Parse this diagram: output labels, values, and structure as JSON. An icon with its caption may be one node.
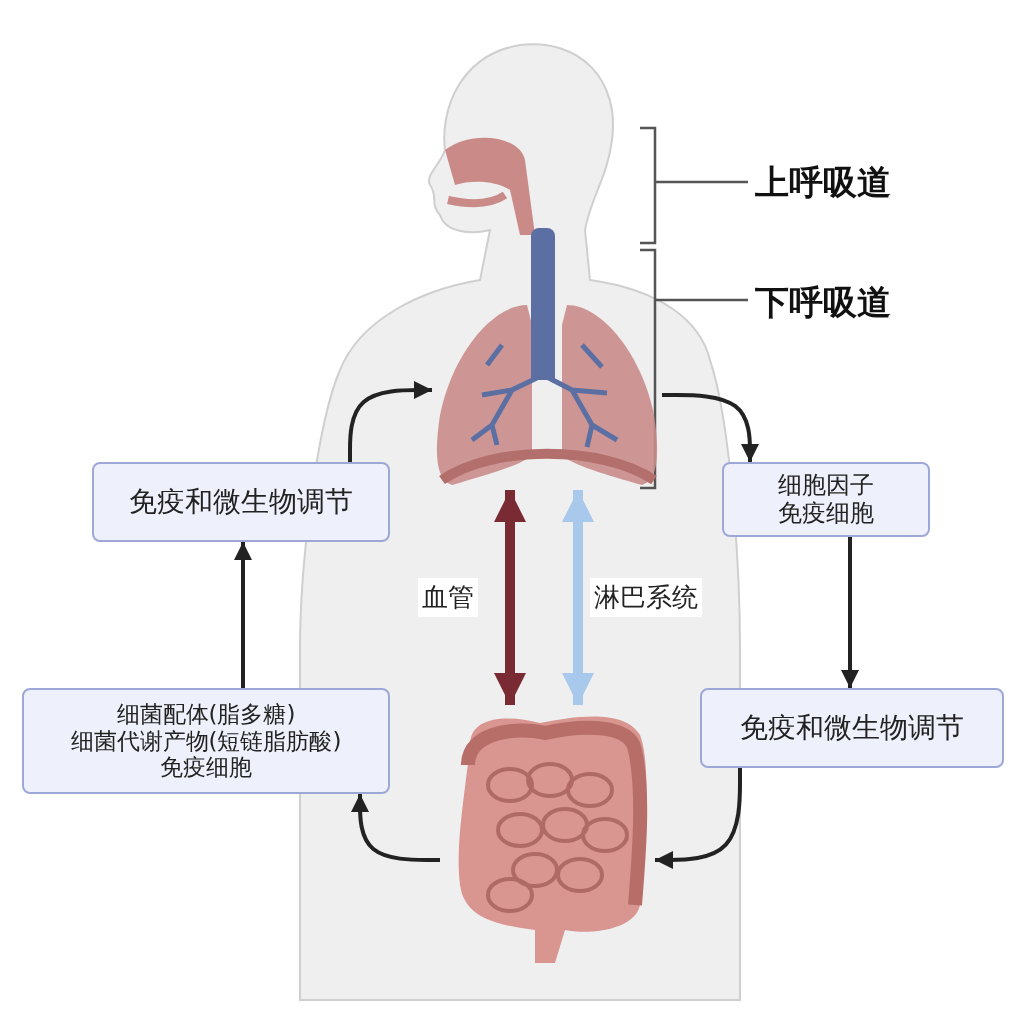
{
  "diagram": {
    "nodes": [
      {
        "text": [],
        "shape": "picture"
      },
      {
        "text": [],
        "shape": "picture"
      },
      {
        "text": [
          "免疫和微生物调节"
        ]
      },
      {
        "text": [
          "细胞因子",
          "免疫细胞"
        ]
      },
      {
        "text": [
          "免疫和微生物调节"
        ]
      },
      {
        "text": [
          "细菌配体(脂多糖)",
          "细菌代谢产物(短链脂肪酸)",
          "免疫细胞"
        ]
      }
    ],
    "edges": [
      {
        "from": 2,
        "to": 0,
        "arrow": "to"
      },
      {
        "from": 0,
        "to": 3,
        "arrow": "to"
      },
      {
        "from": 3,
        "to": 4,
        "arrow": "to"
      },
      {
        "from": 4,
        "to": 1,
        "arrow": "to"
      },
      {
        "from": 1,
        "to": 5,
        "arrow": "to"
      },
      {
        "from": 5,
        "to": 2,
        "arrow": "to"
      },
      {
        "from": 0,
        "to": 1,
        "arrow": "both",
        "label": "血管",
        "style": "thick",
        "color": "#7a2a32"
      },
      {
        "from": 0,
        "to": 1,
        "arrow": "both",
        "label": "淋巴系统",
        "style": "thick",
        "color": "#a8c8ec"
      }
    ],
    "labels": [
      "上呼吸道",
      "下呼吸道"
    ]
  }
}
